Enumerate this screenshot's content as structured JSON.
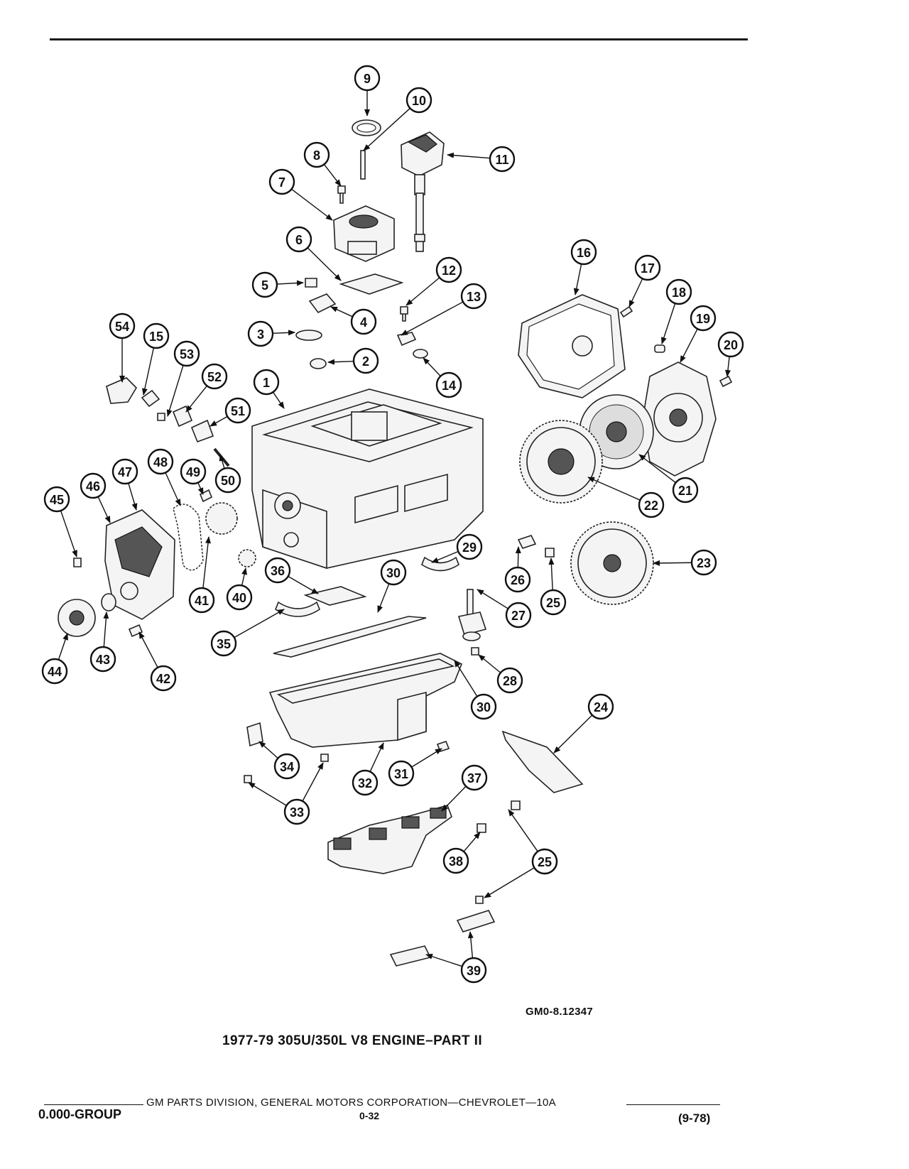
{
  "figure": {
    "code": "GM0-8.12347",
    "title": "1977-79 305U/350L V8 ENGINE–PART II"
  },
  "footer": {
    "publisher": "GM PARTS DIVISION, GENERAL MOTORS CORPORATION—CHEVROLET—10A",
    "group": "0.000-GROUP",
    "page": "0-32",
    "date": "(9-78)"
  },
  "callouts": [
    "1",
    "2",
    "3",
    "4",
    "5",
    "6",
    "7",
    "8",
    "9",
    "10",
    "11",
    "12",
    "13",
    "14",
    "15",
    "16",
    "17",
    "18",
    "19",
    "20",
    "21",
    "22",
    "23",
    "24",
    "25",
    "25",
    "25",
    "26",
    "27",
    "28",
    "29",
    "30",
    "30",
    "31",
    "32",
    "33",
    "34",
    "35",
    "36",
    "37",
    "38",
    "39",
    "40",
    "41",
    "42",
    "43",
    "44",
    "45",
    "46",
    "47",
    "48",
    "49",
    "50",
    "51",
    "52",
    "53",
    "54"
  ]
}
